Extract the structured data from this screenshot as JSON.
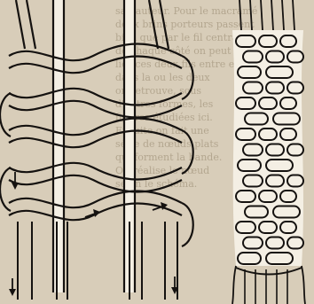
{
  "background_text_lines": [
    "sa hauteur. Pour le macramé",
    "deux brins porteurs passent",
    "bien que par le fil central",
    "de chaque côté on peut",
    "lier ces deux fils entre eux.",
    "dans la ou les deux",
    "on retrouve, sous",
    "d'autres formes, les",
    "figures étudiées ici.",
    "Ensuite on fait une",
    "série de nœuds plats",
    "qui forment la bande.",
    "On réalise le nœud",
    "selon le schéma."
  ],
  "colors": {
    "paper": "#d8cdb9",
    "ink": "#151210",
    "cord": "#f4efe4",
    "faint_text": "#b3a68f"
  },
  "icons": {
    "left_bottom_arrow": "arrow-down-icon",
    "right_bottom_arrow": "arrow-down-icon",
    "middle_arrows": "arrow-right-icon"
  }
}
